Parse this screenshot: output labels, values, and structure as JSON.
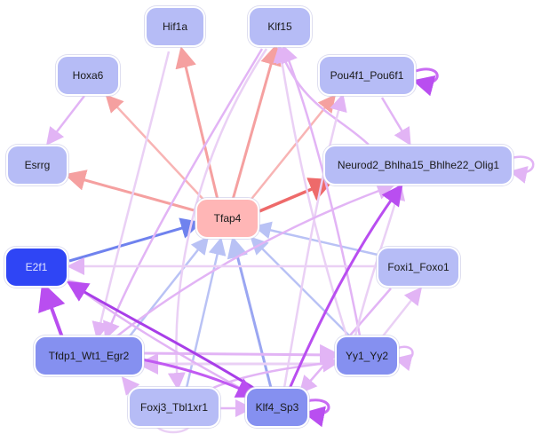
{
  "nodes": {
    "hif1a": {
      "label": "Hif1a",
      "color": "#b6bcf6"
    },
    "klf15": {
      "label": "Klf15",
      "color": "#b6bcf6"
    },
    "hoxa6": {
      "label": "Hoxa6",
      "color": "#b6bcf6"
    },
    "pou4f1": {
      "label": "Pou4f1_Pou6f1",
      "color": "#b6bcf6"
    },
    "esrrg": {
      "label": "Esrrg",
      "color": "#b6bcf6"
    },
    "neurod2": {
      "label": "Neurod2_Bhlha15_Bhlhe22_Olig1",
      "color": "#b6bcf6"
    },
    "tfap4": {
      "label": "Tfap4",
      "color": "#ffb6b6"
    },
    "e2f1": {
      "label": "E2f1",
      "color": "#2f45f5"
    },
    "foxi1": {
      "label": "Foxi1_Foxo1",
      "color": "#b6bcf6"
    },
    "tfdp1": {
      "label": "Tfdp1_Wt1_Egr2",
      "color": "#8590f0"
    },
    "yy1": {
      "label": "Yy1_Yy2",
      "color": "#8590f0"
    },
    "foxj3": {
      "label": "Foxj3_Tbl1xr1",
      "color": "#b6bcf6"
    },
    "klf4": {
      "label": "Klf4_Sp3",
      "color": "#8590f0"
    }
  }
}
